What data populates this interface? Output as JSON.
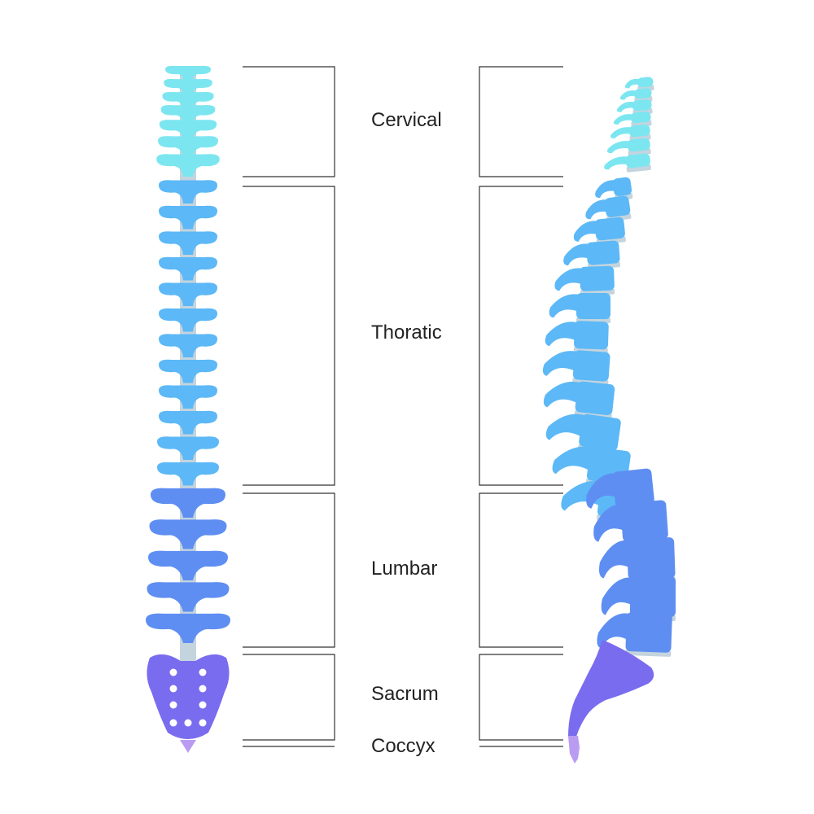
{
  "regions": {
    "cervical": "Cervical",
    "thoracic": "Thoratic",
    "lumbar": "Lumbar",
    "sacrum": "Sacrum",
    "coccyx": "Coccyx"
  },
  "colors": {
    "cervical": "#7ce6f0",
    "thoracic": "#5cb8f6",
    "lumbar": "#5e8ef2",
    "sacrum": "#7a6cee",
    "coccyx": "#b99cf2",
    "disc": "#c4d4de",
    "bracket": "#333333",
    "text": "#222222"
  }
}
